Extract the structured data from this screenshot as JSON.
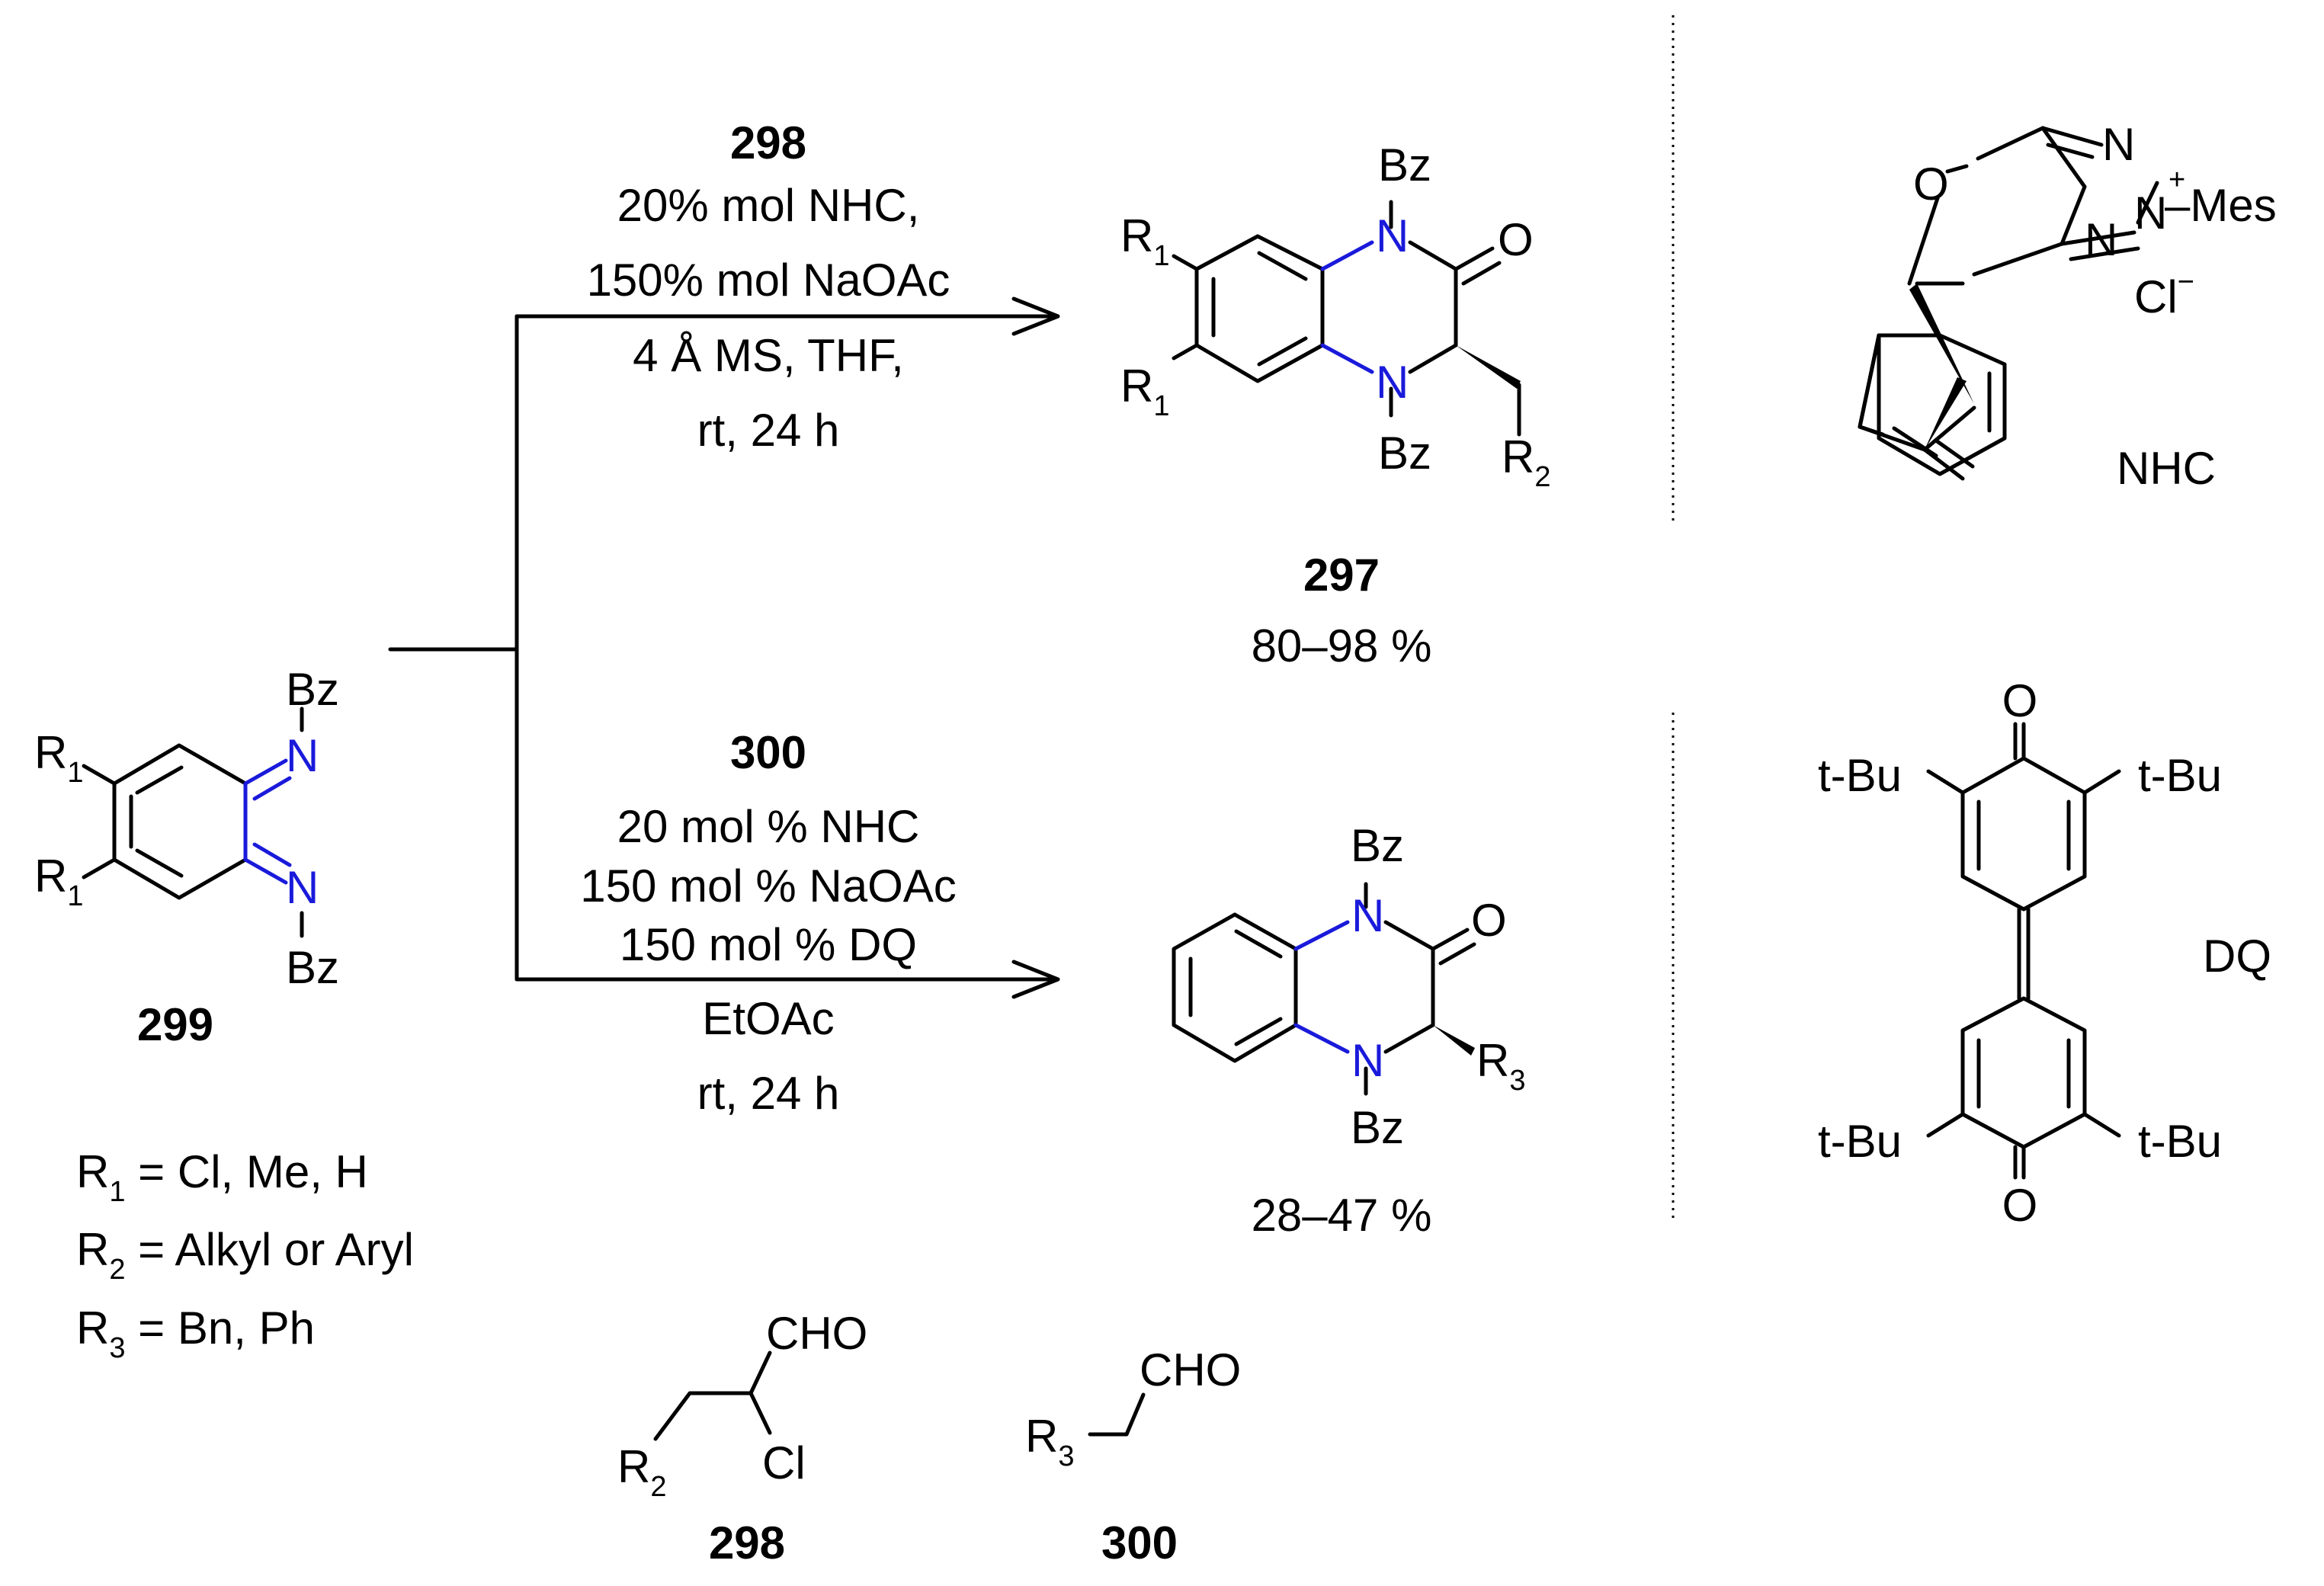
{
  "labels": {
    "bz": "Bz",
    "n": "N",
    "o": "O",
    "r": "R",
    "sub1": "1",
    "sub2": "2",
    "sub3": "3",
    "cho": "CHO",
    "cl": "Cl",
    "tbu": "t-Bu",
    "mes": "–Mes",
    "plus": "+",
    "cl_minus": "Cl",
    "minus": "−"
  },
  "compounds": {
    "c297": "297",
    "c298": "298",
    "c299": "299",
    "c300": "300"
  },
  "upper_conditions": {
    "reagent": "298",
    "lines": [
      "20% mol NHC,",
      "150% mol NaOAc",
      "4 Å MS, THF,",
      "rt, 24 h"
    ],
    "yield": "80–98 %"
  },
  "lower_conditions": {
    "reagent": "300",
    "lines": [
      "20 mol % NHC",
      "150 mol % NaOAc",
      "150 mol % DQ",
      "EtOAc",
      "rt, 24 h"
    ],
    "yield": "28–47 %"
  },
  "definitions": {
    "r1": " = Cl, Me, H",
    "r2": " = Alkyl or Aryl",
    "r3": " = Bn, Ph"
  },
  "side_labels": {
    "nhc": "NHC",
    "dq": "DQ"
  },
  "colors": {
    "nitrogen": "#1a1adb",
    "ink": "#000000"
  }
}
